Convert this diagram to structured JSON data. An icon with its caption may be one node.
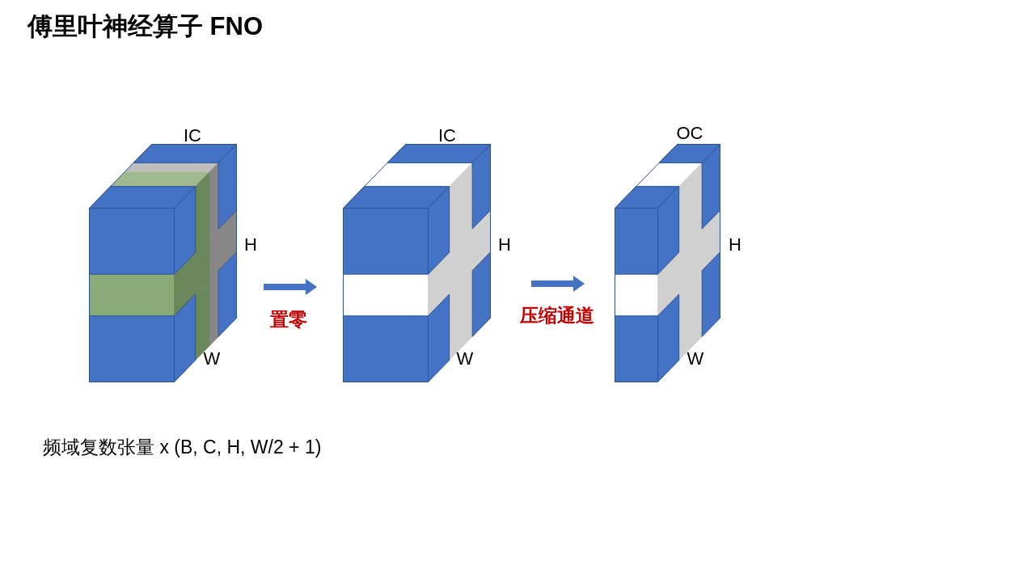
{
  "diagram": {
    "title": "傅里叶神经算子 FNO",
    "nodes": [
      {
        "text": [
          "IC",
          "H",
          "W"
        ]
      },
      {
        "text": [
          "IC",
          "H",
          "W"
        ]
      },
      {
        "text": [
          "OC",
          "H",
          "W"
        ]
      }
    ],
    "edges": [
      {
        "from": 0,
        "to": 1,
        "arrow": "to",
        "label": "置零"
      },
      {
        "from": 1,
        "to": 2,
        "arrow": "to",
        "label": "压缩通道"
      }
    ],
    "caption": "频域复数张量 x (B, C, H, W/2 + 1)"
  }
}
